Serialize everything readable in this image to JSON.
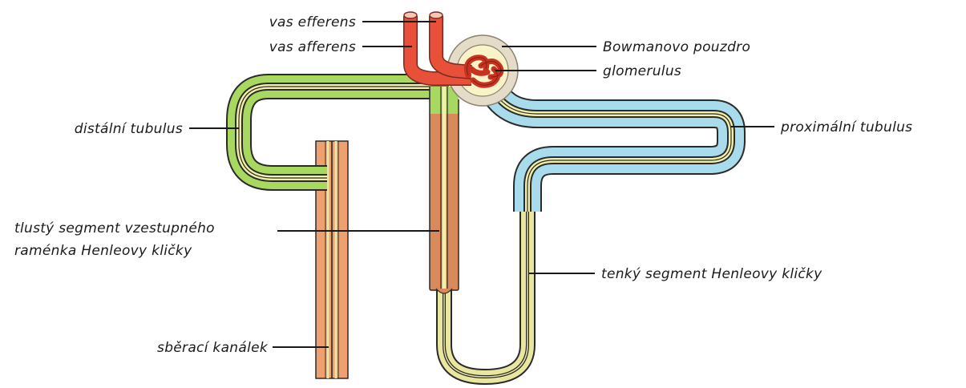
{
  "diagram": {
    "labels": {
      "vas_efferens": "vas efferens",
      "vas_afferens": "vas afferens",
      "bowman": "Bowmanovo pouzdro",
      "glomerulus": "glomerulus",
      "distal": "distální tubulus",
      "proximal": "proximální tubulus",
      "thick_line1": "tlustý segment vzestupného",
      "thick_line2": "raménka Henleovy kličky",
      "thin": "tenký segment Henleovy kličky",
      "collecting": "sběrací kanálek"
    },
    "colors": {
      "distal": "#a8d860",
      "proximal": "#a8dcec",
      "thick_segment": "#d98a5a",
      "collecting_duct": "#eea070",
      "thin_segment": "#e9e6a0",
      "vessels": "#e8503a",
      "capsule": "#e4dcc8",
      "tube_wall": "#2a2a2a"
    }
  }
}
